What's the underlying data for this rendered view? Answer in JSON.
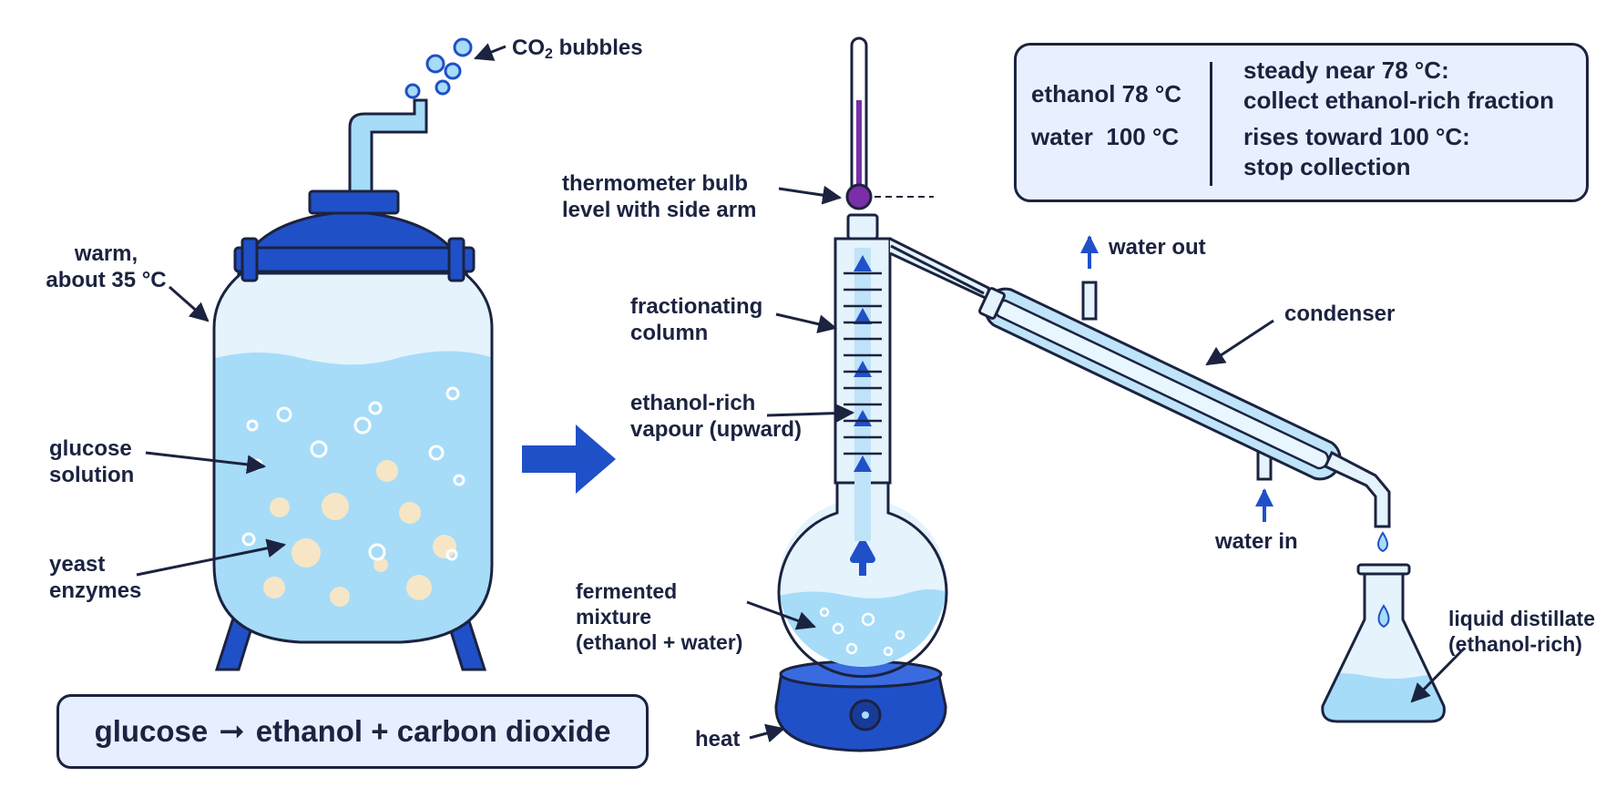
{
  "labels": {
    "co2_prefix": "CO",
    "co2_sub": "2",
    "co2_suffix": " bubbles",
    "warm_1": "warm,",
    "warm_2": "about 35 °C",
    "glucose_1": "glucose",
    "glucose_2": "solution",
    "yeast_1": "yeast",
    "yeast_2": "enzymes",
    "thermo_1": "thermometer bulb",
    "thermo_2": "level with side arm",
    "column_1": "fractionating",
    "column_2": "column",
    "vapour_1": "ethanol-rich",
    "vapour_2": "vapour (upward)",
    "mixture_1": "fermented",
    "mixture_2": "mixture",
    "mixture_3": "(ethanol + water)",
    "heat": "heat",
    "water_out": "water out",
    "water_in": "water in",
    "condenser": "condenser",
    "distillate_1": "liquid distillate",
    "distillate_2": "(ethanol-rich)"
  },
  "equation": {
    "reactant": "glucose",
    "arrow": "➞",
    "products": "ethanol + carbon dioxide"
  },
  "boiling_points": {
    "ethanol": "ethanol 78 °C",
    "water": "water  100 °C",
    "rule1_line1": "steady near 78 °C:",
    "rule1_line2": "collect ethanol-rich fraction",
    "rule2_line1": "rises toward 100 °C:",
    "rule2_line2": "stop collection"
  },
  "colors": {
    "dark_blue": "#2050c8",
    "outline": "#1b2340",
    "liquid": "#a6dcf8",
    "glass": "#e4f3fc",
    "yeast": "#f6e6c6",
    "thermometer_liquid": "#7a2fa8",
    "box_fill": "#e6efff"
  }
}
